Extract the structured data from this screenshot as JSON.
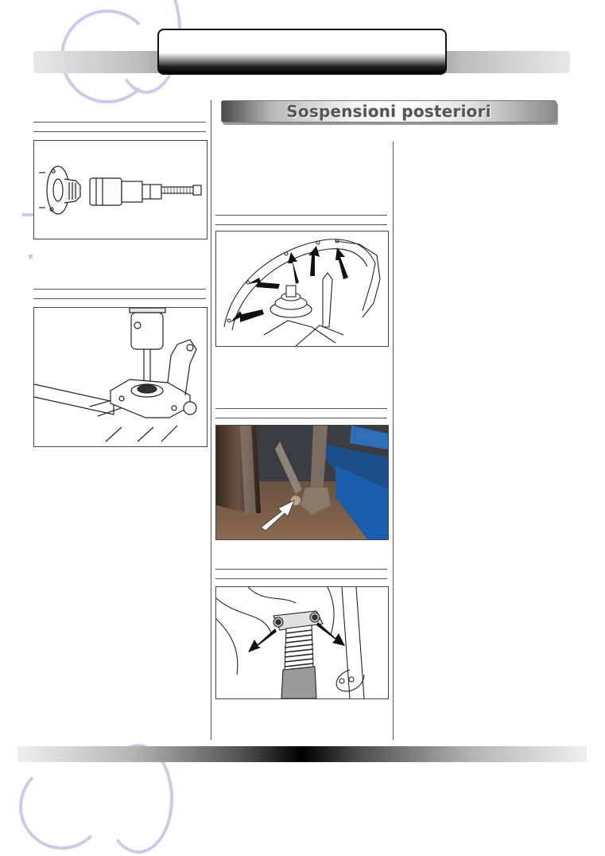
{
  "section": {
    "title": "Sospensioni posteriori"
  },
  "figures": [
    {
      "id": "hub-puller",
      "icon": "hub-puller-tool-illustration"
    },
    {
      "id": "press-tool",
      "icon": "bushing-press-tool-illustration"
    },
    {
      "id": "wheel-arch-liner",
      "icon": "wheel-arch-liner-fasteners-illustration"
    },
    {
      "id": "shock-lower-mount",
      "icon": "shock-absorber-lower-mount-photo"
    },
    {
      "id": "shock-upper-mount",
      "icon": "shock-absorber-upper-mount-illustration"
    }
  ],
  "colors": {
    "watermark": "#c9cbe8",
    "rule": "#555555",
    "title_text": "#555555"
  }
}
